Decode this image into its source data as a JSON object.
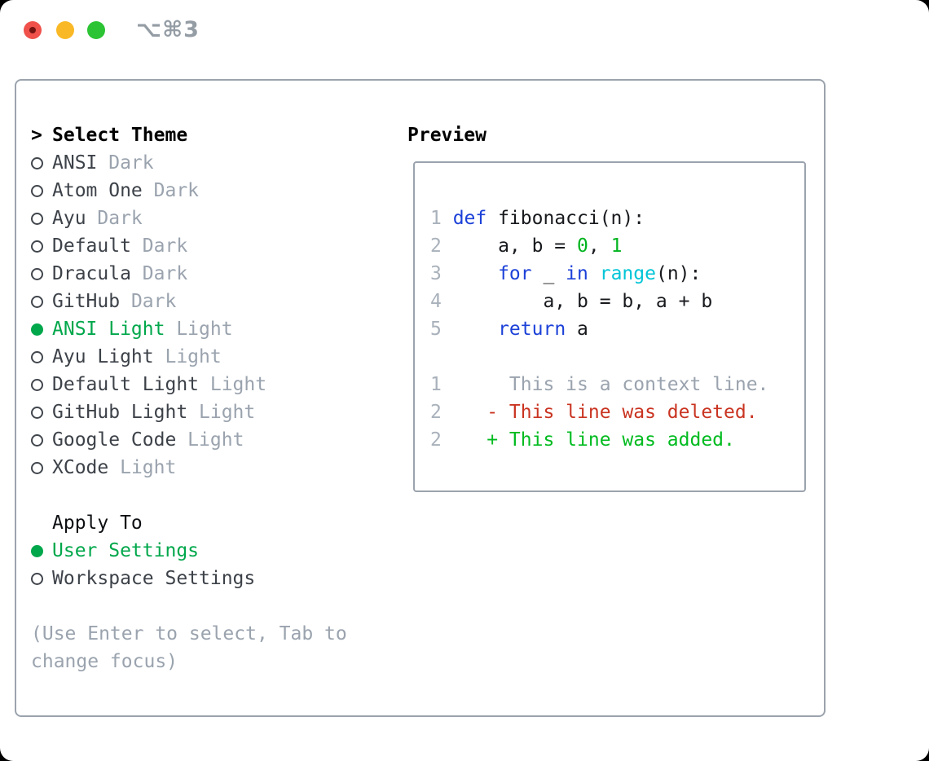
{
  "window": {
    "title": "⌥⌘3"
  },
  "theme_picker": {
    "header_prefix": ">",
    "header": "Select Theme",
    "items": [
      {
        "name": "ANSI",
        "variant": "Dark",
        "selected": false
      },
      {
        "name": "Atom One",
        "variant": "Dark",
        "selected": false
      },
      {
        "name": "Ayu",
        "variant": "Dark",
        "selected": false
      },
      {
        "name": "Default",
        "variant": "Dark",
        "selected": false
      },
      {
        "name": "Dracula",
        "variant": "Dark",
        "selected": false
      },
      {
        "name": "GitHub",
        "variant": "Dark",
        "selected": false
      },
      {
        "name": "ANSI Light",
        "variant": "Light",
        "selected": true
      },
      {
        "name": "Ayu Light",
        "variant": "Light",
        "selected": false
      },
      {
        "name": "Default Light",
        "variant": "Light",
        "selected": false
      },
      {
        "name": "GitHub Light",
        "variant": "Light",
        "selected": false
      },
      {
        "name": "Google Code",
        "variant": "Light",
        "selected": false
      },
      {
        "name": "XCode",
        "variant": "Light",
        "selected": false
      }
    ]
  },
  "apply_to": {
    "header": "Apply To",
    "options": [
      {
        "label": "User Settings",
        "selected": true
      },
      {
        "label": "Workspace Settings",
        "selected": false
      }
    ]
  },
  "hint_lines": [
    "(Use Enter to select, Tab to",
    "change focus)"
  ],
  "preview": {
    "header": "Preview",
    "lines": [
      {
        "kind": "code",
        "num": "1",
        "segs": [
          [
            "kw",
            "def"
          ],
          [
            "plain",
            " fibonacci(n):"
          ]
        ]
      },
      {
        "kind": "code",
        "num": "2",
        "segs": [
          [
            "plain",
            "    a, b = "
          ],
          [
            "num",
            "0"
          ],
          [
            "plain",
            ", "
          ],
          [
            "num",
            "1"
          ]
        ]
      },
      {
        "kind": "code",
        "num": "3",
        "segs": [
          [
            "plain",
            "    "
          ],
          [
            "kw",
            "for"
          ],
          [
            "plain",
            " _ "
          ],
          [
            "kw",
            "in"
          ],
          [
            "plain",
            " "
          ],
          [
            "fn",
            "range"
          ],
          [
            "plain",
            "(n):"
          ]
        ]
      },
      {
        "kind": "code",
        "num": "4",
        "segs": [
          [
            "plain",
            "        a, b = b, a + b"
          ]
        ]
      },
      {
        "kind": "code",
        "num": "5",
        "segs": [
          [
            "plain",
            "    "
          ],
          [
            "kw",
            "return"
          ],
          [
            "plain",
            " a"
          ]
        ]
      },
      {
        "kind": "blank",
        "num": "",
        "segs": []
      },
      {
        "kind": "context",
        "num": "1",
        "segs": [
          [
            "ctx",
            "     This is a context line."
          ]
        ]
      },
      {
        "kind": "deleted",
        "num": "2",
        "segs": [
          [
            "del",
            "   - This line was deleted."
          ]
        ]
      },
      {
        "kind": "added",
        "num": "2",
        "segs": [
          [
            "add",
            "   + This line was added."
          ]
        ]
      }
    ]
  },
  "colors": {
    "accent-green": "#00a74b",
    "keyword-blue": "#1c41d8",
    "literal-green": "#00b41e",
    "builtin-cyan": "#00c5d7",
    "deleted-red": "#c93421",
    "added-green": "#00bb1f",
    "muted-gray": "#9aa3ae",
    "border-gray": "#9ba3ad",
    "text-dark": "#3d4249",
    "lineno-gray": "#a9b1bb"
  }
}
